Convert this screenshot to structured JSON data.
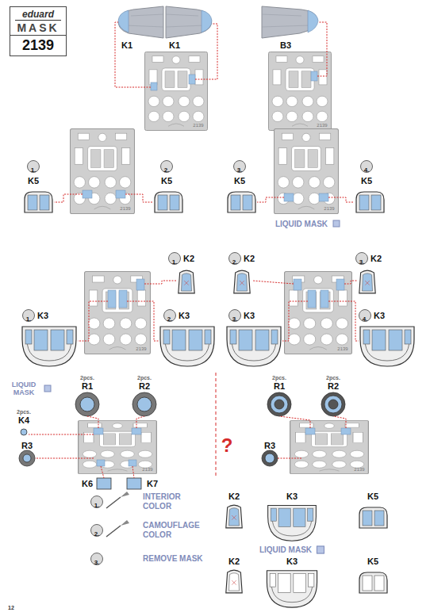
{
  "diagram": {
    "nodes": [
      {
        "text": [
          "eduard",
          "MASK",
          "2139"
        ]
      },
      {
        "text": [
          "1."
        ]
      },
      {
        "text": [
          "2."
        ]
      },
      {
        "text": [
          "3."
        ]
      },
      {
        "text": [
          "4."
        ]
      },
      {
        "text": [
          "1."
        ]
      },
      {
        "text": [
          "2."
        ]
      },
      {
        "text": [
          "3."
        ]
      },
      {
        "text": [
          "1."
        ]
      },
      {
        "text": [
          "2."
        ]
      },
      {
        "text": [
          "3."
        ]
      },
      {
        "text": [
          "4."
        ]
      },
      {
        "text": [
          "1."
        ]
      },
      {
        "text": [
          "2."
        ]
      },
      {
        "text": [
          "3."
        ]
      }
    ],
    "labels": [
      "K1",
      "K1",
      "B3",
      "2139",
      "2139",
      "K5",
      "K5",
      "K5",
      "K5",
      "2139",
      "2139",
      "LIQUID MASK",
      "K2",
      "K2",
      "K2",
      "K3",
      "K3",
      "K3",
      "K3",
      "2139",
      "2139",
      "2pcs.",
      "R1",
      "2pcs.",
      "R2",
      "LIQUID MASK",
      "2pcs.",
      "K4",
      "R3",
      "K6",
      "K7",
      "2139",
      "?",
      "2pcs.",
      "R1",
      "2pcs.",
      "R2",
      "R3",
      "2139",
      "INTERIOR COLOR",
      "CAMOUFLAGE COLOR",
      "REMOVE MASK",
      "K2",
      "K3",
      "K5",
      "K2",
      "K3",
      "K5",
      "12"
    ],
    "legend": [
      {
        "text": "LIQUID MASK",
        "color": "#b8c6e6"
      }
    ]
  }
}
